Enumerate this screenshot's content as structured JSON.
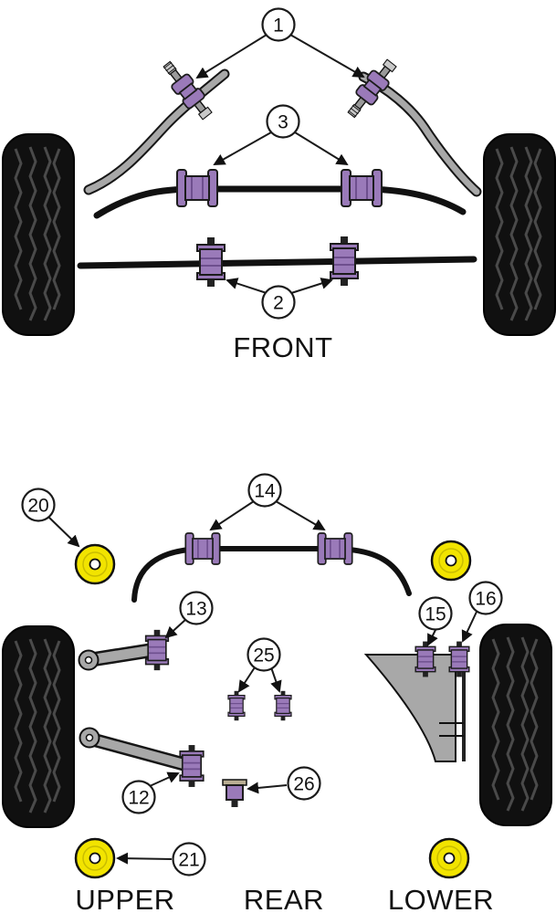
{
  "diagram": {
    "sections": {
      "front": {
        "label": "FRONT"
      },
      "rear": {
        "labels": {
          "upper": "UPPER",
          "center": "REAR",
          "lower": "LOWER"
        }
      }
    }
  },
  "callouts": {
    "c1": "1",
    "c2": "2",
    "c3": "3",
    "c12": "12",
    "c13": "13",
    "c14": "14",
    "c15": "15",
    "c16": "16",
    "c20": "20",
    "c21": "21",
    "c25": "25",
    "c26": "26"
  },
  "colors": {
    "purple": "#9a7ab9",
    "purple-dark": "#6e4f8e",
    "yellow": "#f2e400",
    "metal": "#a8a8a8",
    "bar": "#111111",
    "background": "#ffffff"
  }
}
